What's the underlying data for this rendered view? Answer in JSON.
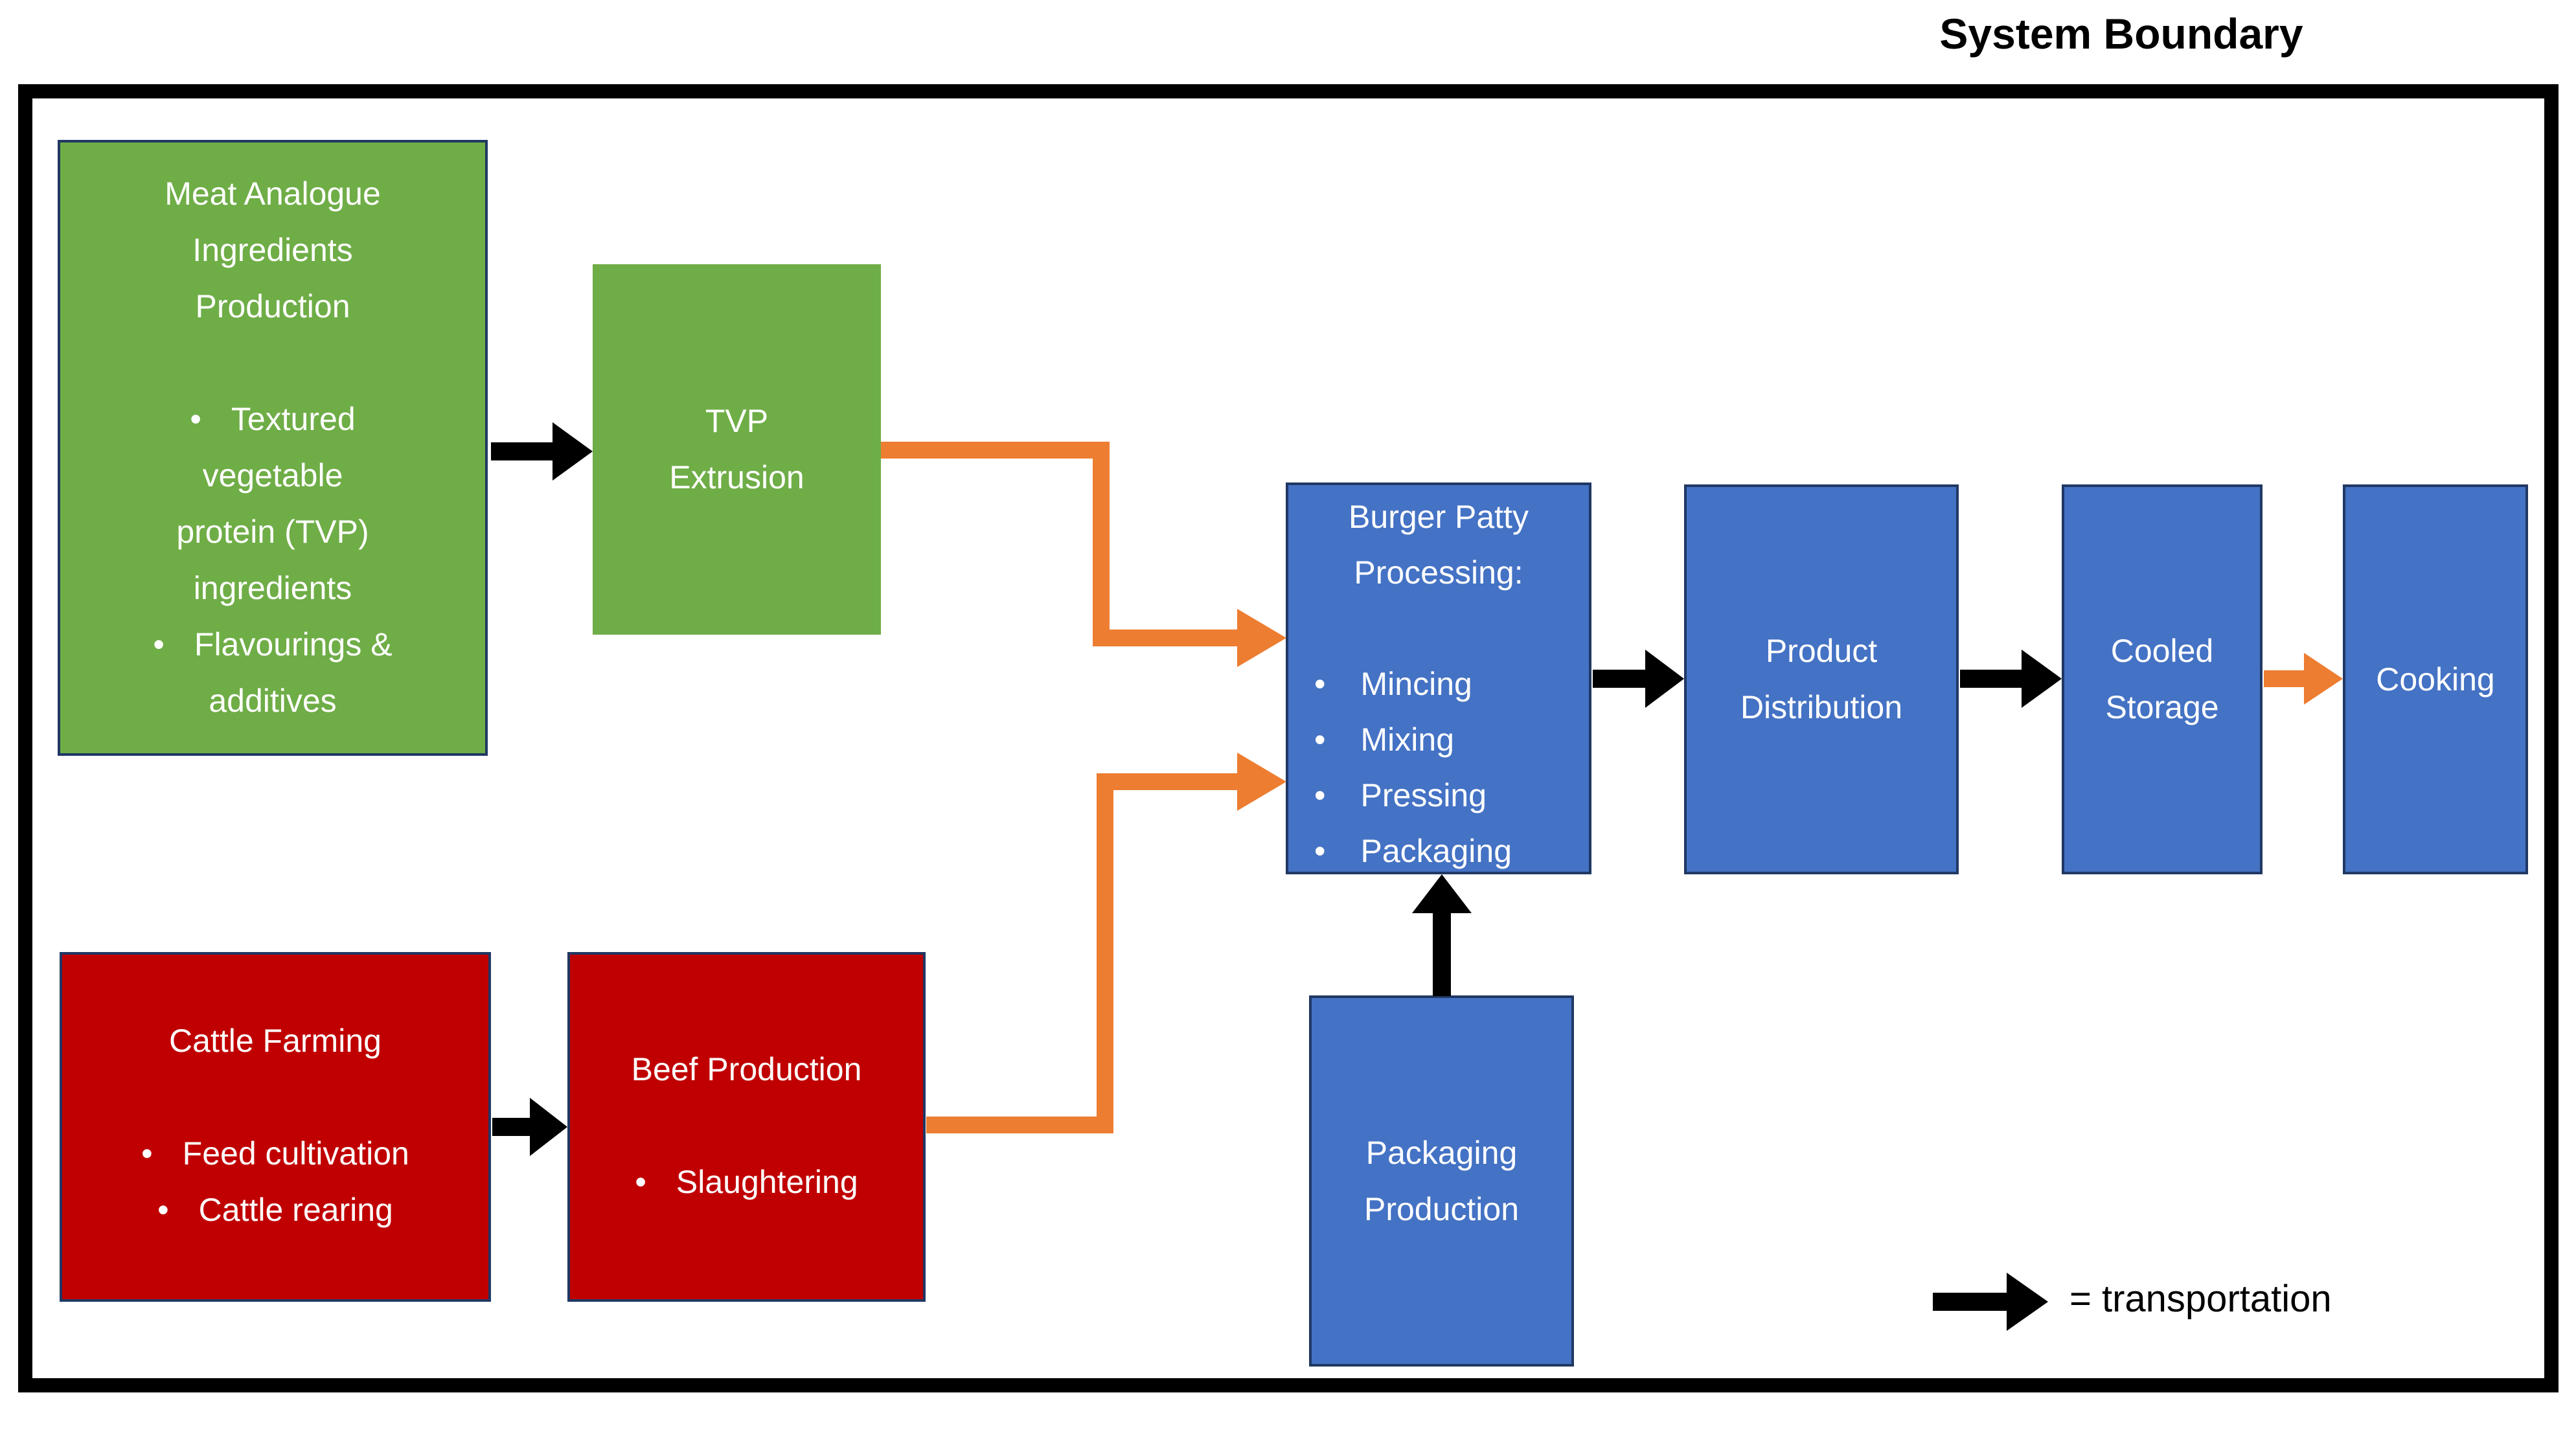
{
  "page": {
    "title": "System Boundary"
  },
  "glyphs": {
    "bullet": "•"
  },
  "colors": {
    "green": "#6FAD47",
    "red": "#C00000",
    "blue": "#4472C4",
    "orange": "#ED7D31",
    "navy": "#203864",
    "black": "#000000",
    "white": "#FFFFFF"
  },
  "boxes": {
    "meat_analogue": {
      "title": [
        "Meat Analogue",
        "Ingredients",
        "Production"
      ],
      "bullet_items": [
        {
          "lines": [
            "Textured",
            "vegetable",
            "protein (TVP)",
            "ingredients"
          ]
        },
        {
          "lines": [
            "Flavourings &",
            "additives"
          ]
        }
      ]
    },
    "tvp_extrusion": {
      "lines": [
        "TVP",
        "Extrusion"
      ]
    },
    "burger_patty": {
      "title": [
        "Burger Patty",
        "Processing:"
      ],
      "bullet_items": [
        "Mincing",
        "Mixing",
        "Pressing",
        "Packaging"
      ]
    },
    "product_distribution": {
      "lines": [
        "Product",
        "Distribution"
      ]
    },
    "cooled_storage": {
      "lines": [
        "Cooled",
        "Storage"
      ]
    },
    "cooking": {
      "lines": [
        "Cooking"
      ]
    },
    "cattle_farming": {
      "title": [
        "Cattle Farming"
      ],
      "bullet_items": [
        "Feed cultivation",
        "Cattle rearing"
      ]
    },
    "beef_production": {
      "title": [
        "Beef Production"
      ],
      "bullet_items": [
        "Slaughtering"
      ]
    },
    "packaging_production": {
      "lines": [
        "Packaging",
        "Production"
      ]
    }
  },
  "legend": {
    "label": "= transportation"
  },
  "edges": [
    {
      "from": "meat-analogue-ingredients-production",
      "to": "tvp-extrusion",
      "type": "transportation",
      "color": "black"
    },
    {
      "from": "tvp-extrusion",
      "to": "burger-patty-processing",
      "type": "flow",
      "color": "orange"
    },
    {
      "from": "cattle-farming",
      "to": "beef-production",
      "type": "transportation",
      "color": "black"
    },
    {
      "from": "beef-production",
      "to": "burger-patty-processing",
      "type": "flow",
      "color": "orange"
    },
    {
      "from": "packaging-production",
      "to": "burger-patty-processing",
      "type": "transportation",
      "color": "black"
    },
    {
      "from": "burger-patty-processing",
      "to": "product-distribution",
      "type": "transportation",
      "color": "black"
    },
    {
      "from": "product-distribution",
      "to": "cooled-storage",
      "type": "transportation",
      "color": "black"
    },
    {
      "from": "cooled-storage",
      "to": "cooking",
      "type": "flow",
      "color": "orange"
    }
  ]
}
